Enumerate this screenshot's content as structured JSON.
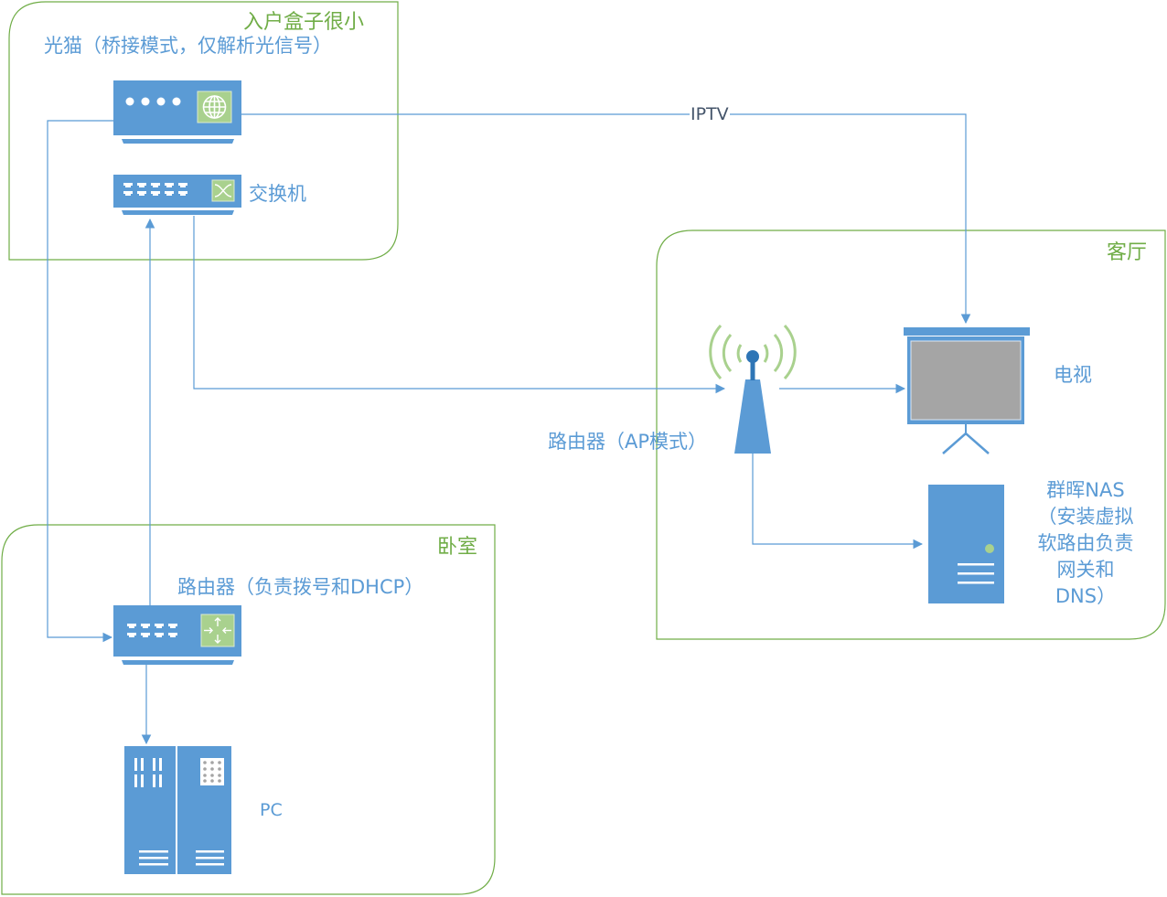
{
  "zones": {
    "entry_box": {
      "label": "入户盒子很小"
    },
    "living_room": {
      "label": "客厅"
    },
    "bedroom": {
      "label": "卧室"
    }
  },
  "devices": {
    "optical_modem": {
      "label": "光猫（桥接模式，仅解析光信号）",
      "icon": "modem-globe-icon"
    },
    "switch": {
      "label": "交换机",
      "icon": "switch-icon"
    },
    "main_router": {
      "label": "路由器（负责拨号和DHCP）",
      "icon": "router-icon"
    },
    "pc": {
      "label": "PC",
      "icon": "pc-tower-icon"
    },
    "ap_router": {
      "label": "路由器（AP模式）",
      "icon": "wireless-tower-icon"
    },
    "tv": {
      "label": "电视",
      "icon": "projector-screen-icon"
    },
    "nas": {
      "label_lines": [
        "群晖NAS",
        "（安装虚拟",
        "软路由负责",
        "网关和",
        "DNS）"
      ],
      "icon": "server-icon"
    }
  },
  "connections": [
    {
      "from": "optical_modem",
      "to": "tv",
      "label": "IPTV"
    },
    {
      "from": "optical_modem",
      "to": "main_router",
      "label": ""
    },
    {
      "from": "main_router",
      "to": "switch",
      "label": ""
    },
    {
      "from": "switch",
      "to": "ap_router",
      "label": ""
    },
    {
      "from": "ap_router",
      "to": "tv",
      "label": ""
    },
    {
      "from": "ap_router",
      "to": "nas",
      "label": ""
    },
    {
      "from": "main_router",
      "to": "pc",
      "label": ""
    }
  ],
  "colors": {
    "device_blue": "#5b9bd5",
    "zone_green": "#70ad47",
    "accent_green": "#a9d18e",
    "line_blue": "#5b9bd5",
    "screen_gray": "#a5a5a5"
  }
}
